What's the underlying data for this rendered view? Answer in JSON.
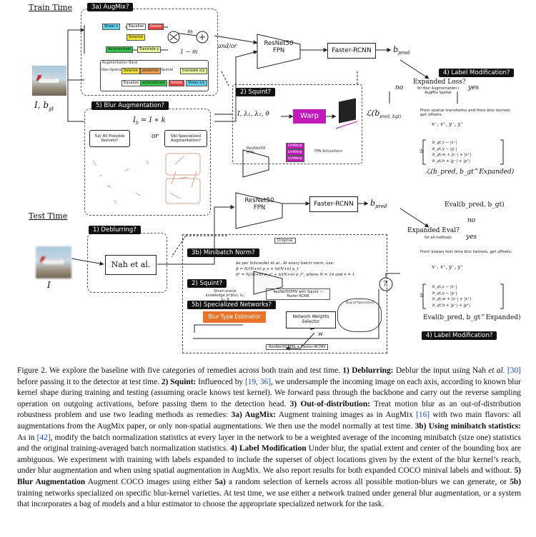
{
  "figure": {
    "train_time": "Train Time",
    "test_time": "Test Time",
    "input_train": "I, b",
    "input_train_sub": "gt",
    "input_test": "I",
    "tag_augmix": "3a) AugMix?",
    "tag_blur_aug": "5) Blur Augmentation?",
    "tag_squint": "2) Squint?",
    "tag_label_mod_top": "4) Label Modification?",
    "tag_deblurring": "1) Deblurring?",
    "tag_minibatch": "3b) Minibatch Norm?",
    "tag_squint_test": "2) Squint?",
    "tag_specialized": "5b) Specialized Networks?",
    "tag_label_mod_bottom": "4) Label Modification?",
    "augmix_chips_top": [
      "Shear x",
      "Equalize",
      "Rotate"
    ],
    "augmix_chip_solarize": "Solarize",
    "augmix_chips_mid": [
      "Autocontrast",
      "Translate y"
    ],
    "augmix_m": "m",
    "augmix_one_minus_m": "1 − m",
    "augmix_bank_title": "Augmentation Bank",
    "augmix_nonspatial": "Non-Spatial",
    "augmix_spatial": "Spatial",
    "augmix_bank_chips": [
      "Solarize",
      "posterize",
      "translate x/y",
      "Equalize",
      "autocontrast",
      "Rotate",
      "Shear x/y"
    ],
    "and_or": "and/or",
    "resnet_fpn": "ResNet50 FPN",
    "faster_rcnn": "Faster-RCNN",
    "b_pred": "b",
    "b_pred_sub": "pred",
    "blur_eq": "I",
    "blur_eq_rest": " = I ∗ k",
    "blur_eq_sub": "b",
    "all_kernels": "5a) All Possible Kernels?",
    "or": "or",
    "specialized_aug": "5b) Specialized Augmentation?",
    "squint_params": "I, λ₁, λ₂, θ",
    "warp": "Warp",
    "unwarp": "UnWarp",
    "fpn_activations": "FPN Activations",
    "resnet_fpn_small": "ResNet50 FPN",
    "expanded_loss": "Expanded Loss?",
    "expanded_loss_note": "for Blur Augmentation / AugMix Spatial",
    "no": "no",
    "yes": "yes",
    "loss_plain": "ℒ(b",
    "loss_plain_rest": "pred, b",
    "loss_plain_end": "gt)",
    "spatial_note": "From spatial transforms and from blur kernels get offsets:",
    "offsets": "x⁻, x⁺, y⁻, y⁺",
    "expanded_label": "b",
    "expanded_matrix": [
      "b_gt,x − |x⁻|",
      "b_gt,y − |y⁻|",
      "b_gt,w + |x⁻| + |x⁺|",
      "b_gt,h + |y⁻| + |y⁺|"
    ],
    "loss_expanded": "ℒ(b_pred, b_gt^Expanded)",
    "eval_plain": "Eval(b_pred, b_gt)",
    "expanded_eval": "Expanded Eval?",
    "expanded_eval_note": "for all methods",
    "test_note": "From known test time blur kernels, get offsets:",
    "eval_expanded": "Eval(b_pred, b_gt^Expanded)",
    "nah": "Nah et al.",
    "original": "Original",
    "schneider_note": "As per Schneider et al., At every batch norm, use:",
    "schneider_eq1": "μ̄ = N/(N+n) μ_s + n/(N+n) μ_t",
    "schneider_eq2": "σ̄² = N/(N+n) σ_s² + n/(N+n) σ_t², where N = 16 and n = 1.",
    "oracle_note": "Given oracle knowledge of blur: λ₁, λ₂, θ",
    "squint_rcnn": "ResNet50FPN with Squint → Faster RCNN",
    "question": "?",
    "blur_type_estimator": "Blur Type Estimator",
    "nw_selector": "Network Weights Selector",
    "bag_specialists": "Bag of Specialists",
    "w": "w",
    "final_rcnn": "ResNet50FPN + Faster-RCNN"
  },
  "caption": {
    "p1": "Figure 2. We explore the baseline with five categories of remedies across both train and test time.",
    "h1": "1) Deblurring:",
    "t1": "Deblur the input using Nah",
    "etal": "et al.",
    "r30": "[30]",
    "t1b": "before passing it to the detector at test time.",
    "h2": "2) Squint:",
    "t2": "Influenced by",
    "r19": "[19, 36]",
    "t2b": ", we undersample the incoming image on each axis, according to known blur kernel shape during training and testing (assuming oracle knows test kernel). We forward pass through the backbone and carry out the reverse sampling operation on outgoing activations, before passing them to the detection head.",
    "h3": "3) Out-of-distribution:",
    "t3": "Treat motion blur as an out-of-distribution robustness problem and use two leading methods as remedies:",
    "h3a": "3a) AugMix:",
    "t3a": "Augment training images as in AugMix",
    "r16": "[16]",
    "t3a2": "with two main flavors: all augmentations from the AugMix paper, or only non-spatial augmentations. We then use the model normally at test time.",
    "h3b": "3b) Using minibatch statistics:",
    "t3b": "As in",
    "r42": "[42]",
    "t3b2": ", modify the batch normalization statistics at every layer in the network to be a weighted average of the incoming minibatch (size one) statistics and the original training-averaged batch normalization statistics.",
    "h4": "4) Label Modification",
    "t4": "Under blur, the spatial extent and center of the bounding box are ambiguous. We experiment with training with labels expanded to include the superset of object locations given by the extent of the blur kernel’s reach, under blur augmentation and when using spatial augmentation in AugMix. We also report results for both expanded COCO minival labels and without.",
    "h5": "5) Blur Augmentation",
    "t5": "Augment COCO images using either",
    "h5a": "5a)",
    "t5a": "a random selection of kernels across all possible motion-blurs we can generate, or",
    "h5b": "5b)",
    "t5b": "training networks specialized on specific blur-kernel varieties. At test time, we use either a network trained under general blur augmentation, or a system that incorporates a bag of models and a blur estimator to choose the appropriate specialized network for the task."
  },
  "colors": {
    "magenta": "#c01ab8",
    "orange": "#e8732a",
    "yellow": "#f4e23a",
    "cyan": "#5fd3f0",
    "green": "#35c24a",
    "pink": "#f07ab0",
    "red": "#e84040",
    "purple": "#9b4fd9"
  }
}
